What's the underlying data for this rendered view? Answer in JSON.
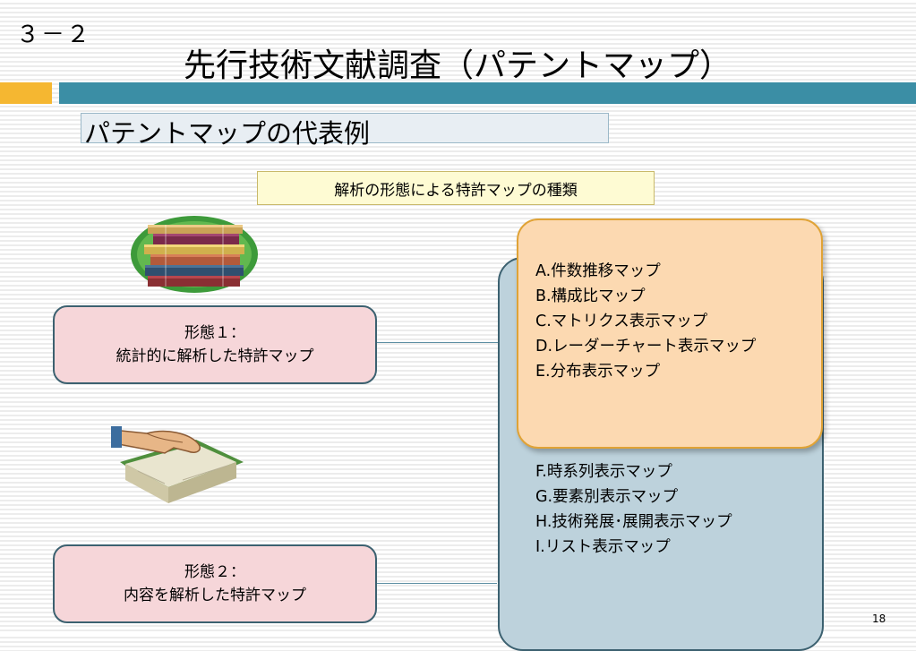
{
  "header": {
    "section_number": "３－２",
    "title": "先行技術文献調査（パテントマップ）"
  },
  "subtitle": "パテントマップの代表例",
  "caption": "解析の形態による特許マップの種類",
  "forms": [
    {
      "label": "形態１：",
      "description": "統計的に解析した特許マップ"
    },
    {
      "label": "形態２：",
      "description": "内容を解析した特許マップ"
    }
  ],
  "map_types_form1": [
    "A.件数推移マップ",
    "B.構成比マップ",
    "C.マトリクス表示マップ",
    "D.レーダーチャート表示マップ",
    "E.分布表示マップ"
  ],
  "map_types_form2": [
    "F.時系列表示マップ",
    "G.要素別表示マップ",
    "H.技術発展･展開表示マップ",
    "I.リスト表示マップ"
  ],
  "page_number": "18",
  "colors": {
    "accent_orange": "#f5b731",
    "accent_teal": "#3b8ea5",
    "form_box_fill": "#f6d6d9",
    "statistical_panel_fill": "#fcd9b1",
    "content_panel_fill": "#bdd2dc"
  },
  "icons": [
    "books-clipart-icon",
    "hand-on-book-clipart-icon"
  ]
}
